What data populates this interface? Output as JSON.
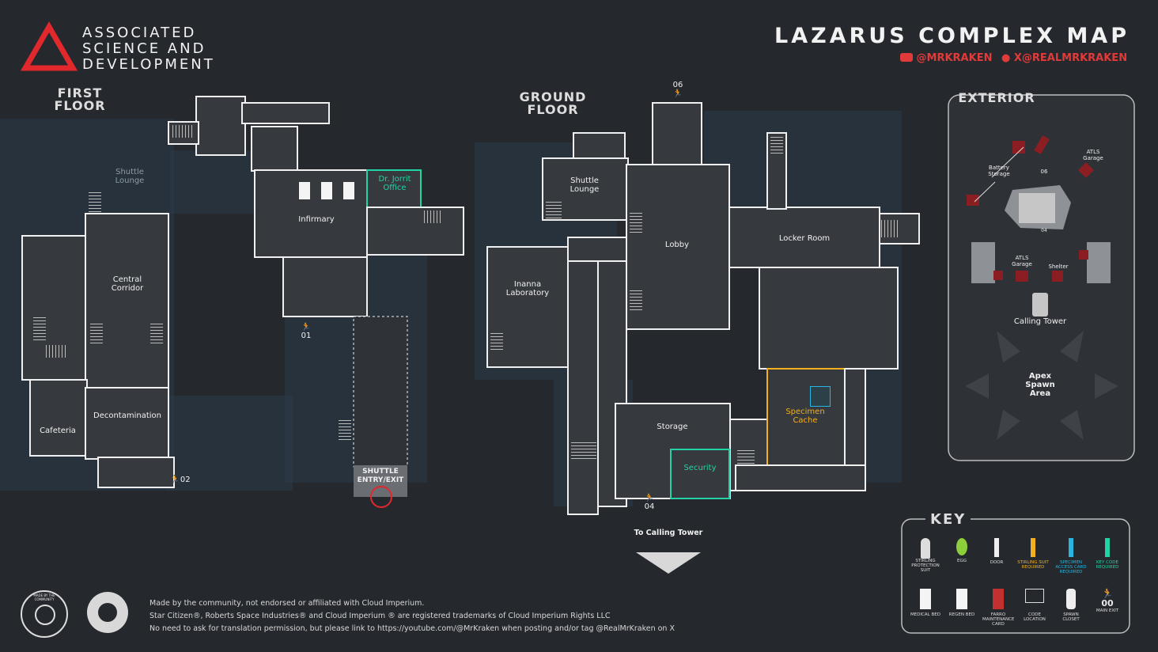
{
  "header": {
    "org_line1": "ASSOCIATED",
    "org_line2": "SCIENCE AND",
    "org_line3": "DEVELOPMENT",
    "title": "LAZARUS COMPLEX MAP",
    "youtube": "@MRKRAKEN",
    "x_handle": "@REALMRKRAKEN"
  },
  "first_floor": {
    "heading_line1": "FIRST",
    "heading_line2": "FLOOR",
    "shuttle_lounge": "Shuttle Lounge",
    "infirmary": "Infirmary",
    "office": "Dr. Jorrit Office",
    "central_corridor": "Central Corridor",
    "decontamination": "Decontamination",
    "cafeteria": "Cafeteria",
    "exit_01": "01",
    "exit_02": "02",
    "shuttle_exit": "SHUTTLE ENTRY/EXIT"
  },
  "ground_floor": {
    "heading_line1": "GROUND",
    "heading_line2": "FLOOR",
    "exit_06": "06",
    "shuttle_lounge": "Shuttle Lounge",
    "lobby": "Lobby",
    "locker_room": "Locker Room",
    "lab": "Inanna Laboratory",
    "storage": "Storage",
    "security": "Security",
    "specimen_cache": "Specimen Cache",
    "exit_04": "04",
    "to_calling_tower": "To Calling Tower"
  },
  "exterior": {
    "heading": "EXTERIOR",
    "battery_storage": "Battery Storage",
    "atls_garage_top": "ATLS Garage",
    "exit_06": "06",
    "exit_04": "04",
    "atls_garage_mid": "ATLS Garage",
    "shelter": "Shelter",
    "calling_tower": "Calling Tower",
    "apex_spawn": "Apex Spawn Area"
  },
  "key": {
    "heading": "KEY",
    "items": [
      {
        "label": "STIRLING PROTECTION SUIT",
        "icon": "suit-icon"
      },
      {
        "label": "EGG",
        "icon": "egg-icon"
      },
      {
        "label": "DOOR",
        "icon": "door-icon"
      },
      {
        "label": "STIRLING SUIT REQUIRED",
        "icon": "yellow-door-icon"
      },
      {
        "label": "SPECIMEN ACCESS CARD REQUIRED",
        "icon": "blue-door-icon"
      },
      {
        "label": "KEY CODE REQUIRED",
        "icon": "green-door-icon"
      },
      {
        "label": "MEDICAL BED",
        "icon": "medical-bed-icon"
      },
      {
        "label": "REGEN BED",
        "icon": "regen-bed-icon"
      },
      {
        "label": "FARRO MAINTENANCE CARD",
        "icon": "card-icon"
      },
      {
        "label": "CODE LOCATION",
        "icon": "code-icon"
      },
      {
        "label": "SPAWN CLOSET",
        "icon": "closet-icon"
      },
      {
        "label": "MAIN EXIT",
        "icon": "exit-icon"
      }
    ],
    "main_exit_number": "00"
  },
  "footer": {
    "line1": "Made by the community, not endorsed or affiliated with Cloud Imperium.",
    "line2": "Star Citizen®, Roberts Space Industries® and Cloud Imperium ® are registered trademarks of Cloud Imperium Rights LLC",
    "line3": "No need to ask for translation permission, but please link to https://youtube.com/@MrKraken when posting and/or tag @RealMrKraken on X",
    "badge_text": "MADE BY THE COMMUNITY"
  },
  "colors": {
    "background": "#25282d",
    "room": "#36393e",
    "wall": "#f0f0f0",
    "key_code": "#22d3a6",
    "stirling": "#f2b01e",
    "specimen": "#27b6e0",
    "brand_red": "#e0282d"
  }
}
